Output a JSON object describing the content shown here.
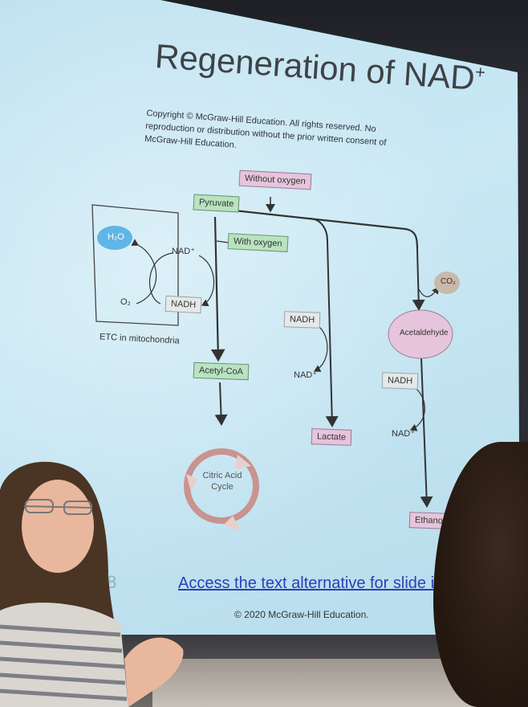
{
  "slide": {
    "title": "Regeneration of NAD",
    "title_sup": "+",
    "copyright": "Copyright © McGraw-Hill Education. All rights reserved. No reproduction or distribution without the prior written consent of McGraw-Hill Education.",
    "slide_number": "8",
    "access_link": "Access the text alternative for slide images",
    "footer": "© 2020 McGraw-Hill Education."
  },
  "diagram": {
    "without_oxygen": "Without oxygen",
    "pyruvate": "Pyruvate",
    "with_oxygen": "With oxygen",
    "h2o": "H₂O",
    "nad_plus": "NAD⁺",
    "o2": "O₂",
    "nadh": "NADH",
    "etc_label": "ETC in mitochondria",
    "acetyl_coa": "Acetyl-CoA",
    "citric_acid_cycle": "Citric Acid Cycle",
    "lactate_nadh": "NADH",
    "lactate_nad_plus": "NAD⁺",
    "lactate": "Lactate",
    "co2": "CO₂",
    "acetaldehyde": "Acetaldehyde",
    "ethanol_nadh": "NADH",
    "ethanol_nad_plus": "NAD⁺",
    "ethanol": "Ethanol"
  },
  "colors": {
    "green_box": "#b8e3c0",
    "purple_box": "#e6c5dc",
    "blue_bubble": "#5fb6e6",
    "cycle": "#c9938f"
  }
}
